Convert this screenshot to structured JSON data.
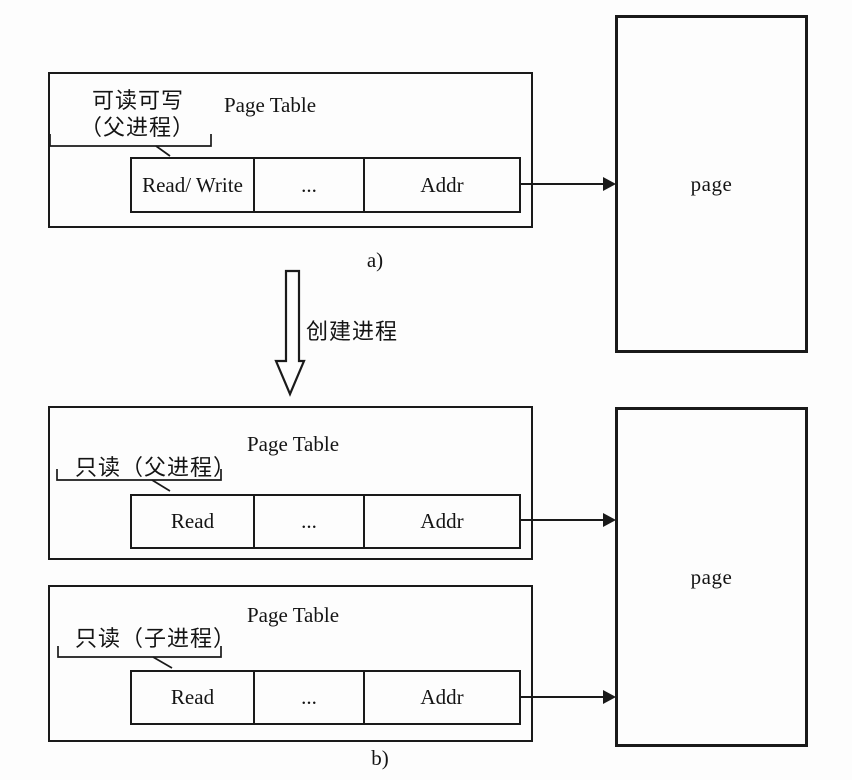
{
  "colors": {
    "line": "#1a1a1a",
    "background": "#fdfdfd",
    "text": "#141414"
  },
  "panel_a": {
    "caption": "a)",
    "table": {
      "annotation_line1": "可读可写",
      "annotation_line2": "（父进程）",
      "title": "Page Table",
      "cells": [
        "Read/ Write",
        "...",
        "Addr"
      ]
    },
    "page_label": "page"
  },
  "transition": {
    "label": "创建进程"
  },
  "panel_b": {
    "caption": "b)",
    "parent_table": {
      "annotation": "只读（父进程）",
      "title": "Page Table",
      "cells": [
        "Read",
        "...",
        "Addr"
      ]
    },
    "child_table": {
      "annotation": "只读（子进程）",
      "title": "Page Table",
      "cells": [
        "Read",
        "...",
        "Addr"
      ]
    },
    "page_label": "page"
  }
}
